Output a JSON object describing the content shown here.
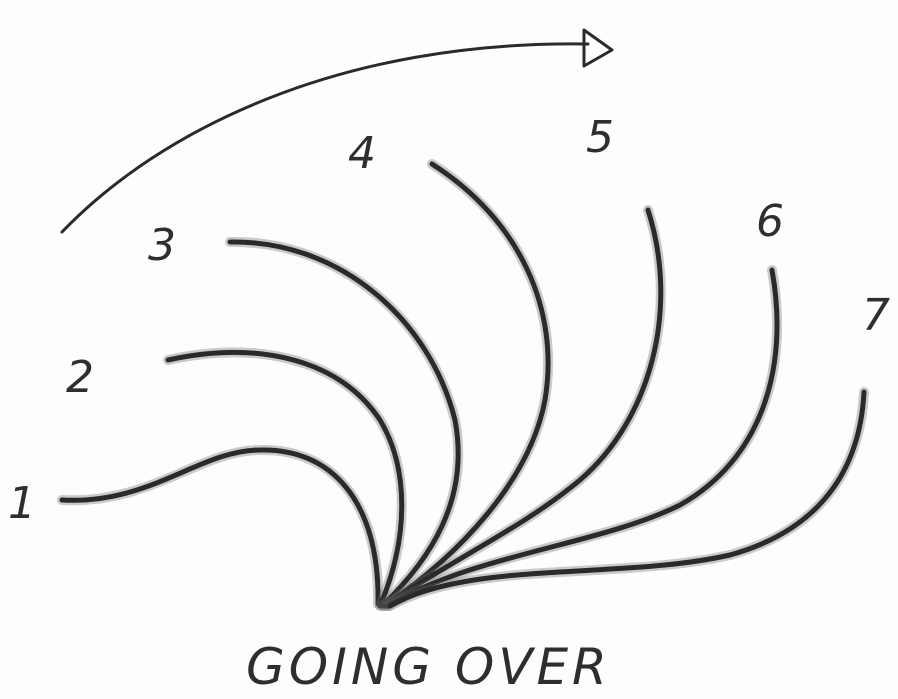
{
  "diagram": {
    "caption": "GOING OVER",
    "stroke_color": "#2a2a2a",
    "position_labels": [
      "1",
      "2",
      "3",
      "4",
      "5",
      "6",
      "7"
    ],
    "icons": {
      "direction_arrow": "arrow-right-icon"
    }
  }
}
